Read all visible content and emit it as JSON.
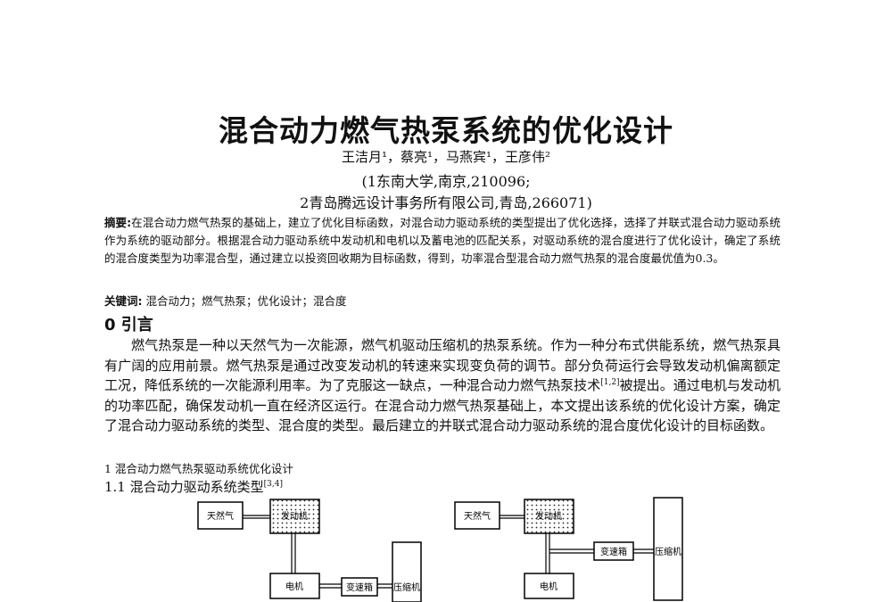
{
  "title": "混合动力燃气热泵系统的优化设计",
  "authors": "王洁月¹，蔡亮¹，马燕宾¹，王彦伟²",
  "affiliation1": "(1东南大学,南京,210096;",
  "affiliation2": "2青岛腾远设计事务所有限公司,青岛,266071)",
  "abstract_label": "摘要:",
  "abstract_text": "在混合动力燃气热泵的基础上，建立了优化目标函数，对混合动力驱动系统的类型提出了优化选择，选择了并联式混合动力驱动系统作为系统的驱动部分。根据混合动力驱动系统中发动机和电机以及蓄电池的匹配关系，对驱动系统的混合度进行了优化设计，确定了系统的混合度类型为功率混合型，通过建立以投资回收期为目标函数，得到，功率混合型混合动力燃气热泵的混合度最优值为0.3。",
  "keywords_label": "关键词:",
  "keywords_text": "混合动力；燃气热泵；优化设计；混合度",
  "section0_heading": "0 引言",
  "intro_part1": "燃气热泵是一种以天然气为一次能源，燃气机驱动压缩机的热泵系统。作为一种分布式供能系统，燃气热泵具有广阔的应用前景。燃气热泵是通过改变发动机的转速来实现变负荷的调节。部分负荷运行会导致发动机偏离额定工况，降低系统的一次能源利用率。为了克服这一缺点，一种混合动力燃气热泵技术",
  "intro_ref": "[1,2]",
  "intro_part2": "被提出。通过电机与发动机的功率匹配，确保发动机一直在经济区运行。在混合动力燃气热泵基础上，本文提出该系统的优化设计方案，确定了混合动力驱动系统的类型、混合度的类型。最后建立的并联式混合动力驱动系统的混合度优化设计的目标函数。",
  "subsection1": "1 混合动力燃气热泵驱动系统优化设计",
  "subsection11": "1.1 混合动力驱动系统类型",
  "subsection11_ref": "[3,4]",
  "diagram_left": {
    "gas": "天然气",
    "engine": "发动机",
    "motor": "电机",
    "gearbox": "变速箱",
    "compressor": "压缩机"
  },
  "diagram_right": {
    "gas": "天然气",
    "engine": "发动机",
    "gearbox": "变速箱",
    "compressor": "压缩机",
    "motor": "电机"
  }
}
